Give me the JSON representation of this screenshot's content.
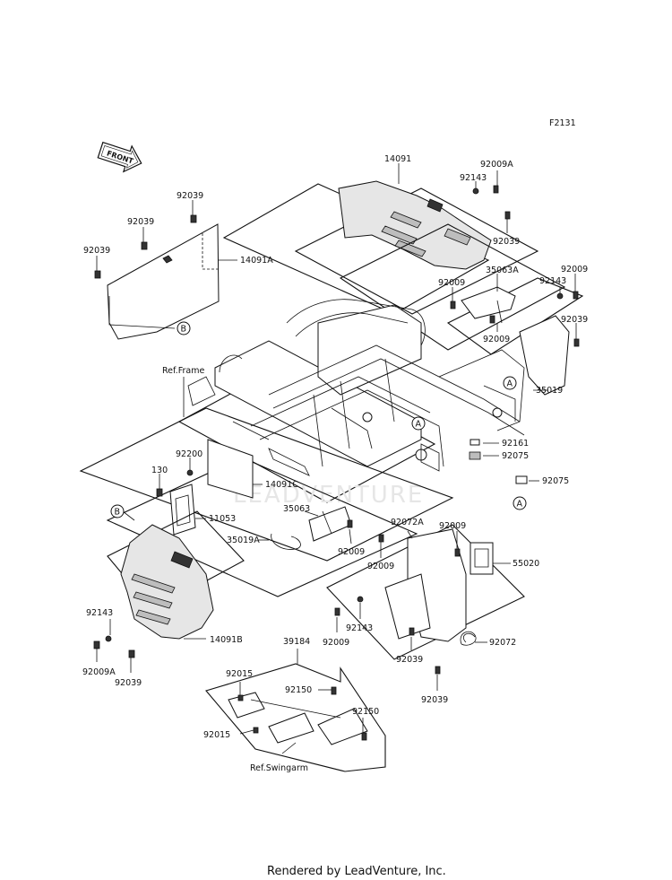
{
  "diagram_code": "F2131",
  "front_arrow": "FRONT",
  "footer": "Rendered by LeadVenture, Inc.",
  "watermark": "LEADVENTURE",
  "callouts": {
    "A": "A",
    "B": "B"
  },
  "references": {
    "frame": "Ref.Frame",
    "swingarm": "Ref.Swingarm"
  },
  "part_labels": [
    "14091",
    "92009A",
    "92143",
    "92039",
    "14091A",
    "35063A",
    "92009",
    "35019",
    "92161",
    "92075",
    "92200",
    "130",
    "14091C",
    "11053",
    "35063",
    "92072A",
    "35019A",
    "55020",
    "92072",
    "14091B",
    "39184",
    "92015",
    "92150"
  ],
  "icons": [
    "front-arrow-icon",
    "bolt-icon",
    "washer-icon",
    "clip-icon"
  ]
}
